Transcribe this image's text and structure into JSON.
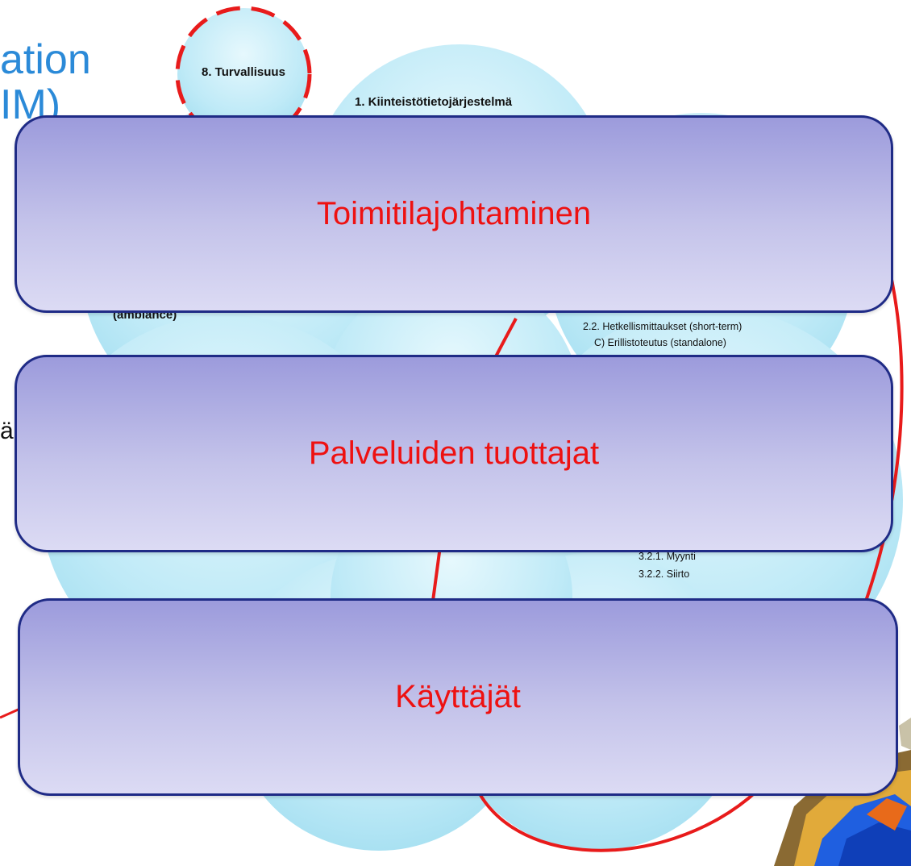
{
  "background": {
    "title_line1": "ation",
    "title_line2": "IM)",
    "side_fragment": "ä",
    "safety_label": "8. Turvallisuus",
    "system_label": "1. Kiinteistötietojärjestelmä",
    "ambiance_fragment": "(ambiance)",
    "measurement_items": [
      "2.2. Hetkellismittaukset (short-term)",
      "C) Erillistoteutus (standalone)"
    ],
    "sub_items": [
      "3.2.1. Myynti",
      "3.2.2. Siirto"
    ]
  },
  "boxes": [
    {
      "label": "Toimitilajohtaminen"
    },
    {
      "label": "Palveluiden tuottajat"
    },
    {
      "label": "Käyttäjät"
    }
  ],
  "colors": {
    "box_border": "#1f2b86",
    "box_text": "#ee1111",
    "circle_fill": "#bfeaf7",
    "red_line": "#e81b1b",
    "title_blue": "#2b8ad8"
  }
}
